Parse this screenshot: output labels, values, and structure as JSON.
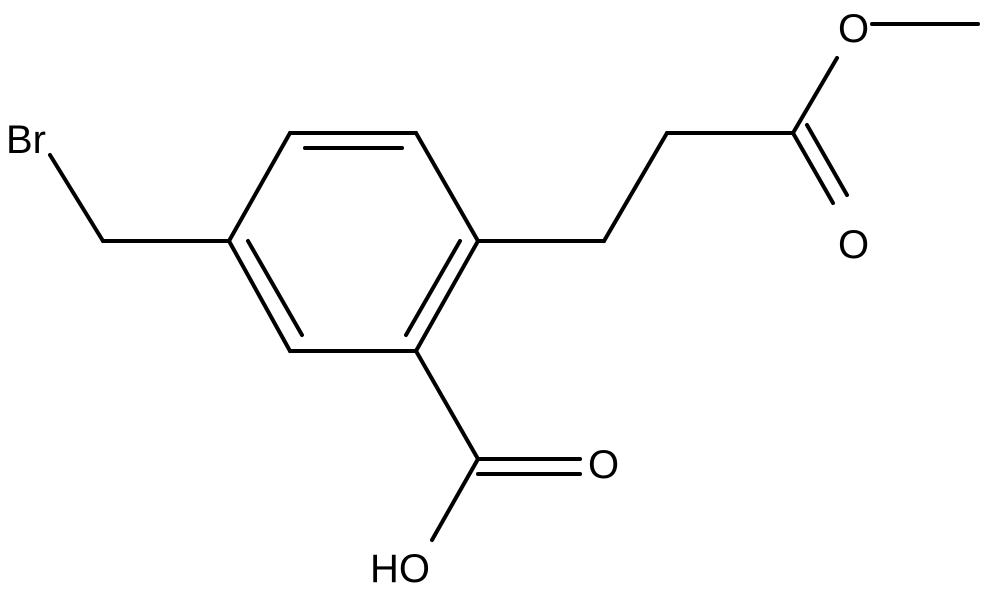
{
  "atoms": {
    "bromine": "Br",
    "ester_oxygen": "O",
    "ester_carbonyl_oxygen": "O",
    "acid_carbonyl_oxygen": "O",
    "acid_hydroxyl": "HO"
  },
  "colors": {
    "bond": "#000000",
    "label": "#000000",
    "background": "#ffffff"
  }
}
